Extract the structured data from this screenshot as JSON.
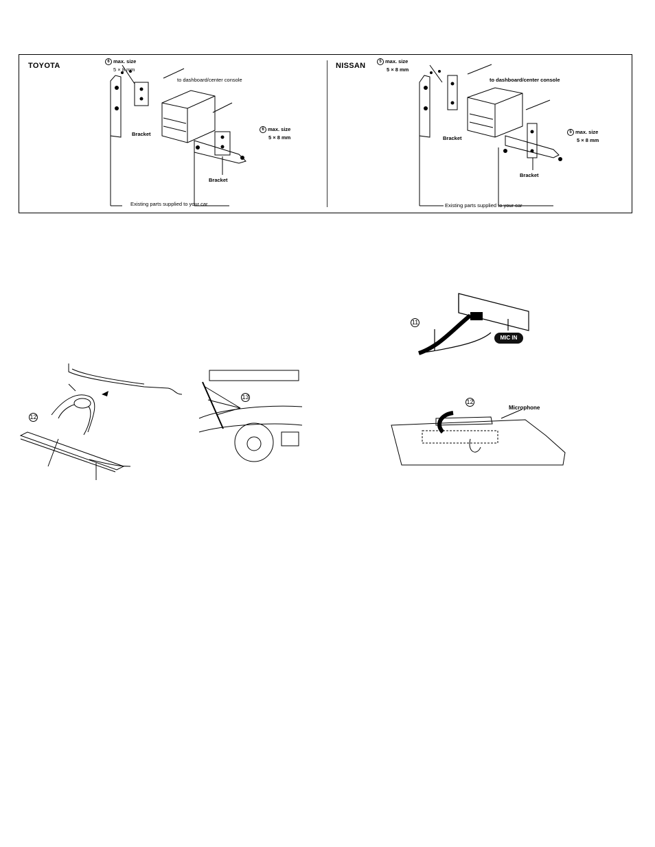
{
  "toyota": {
    "brand": "TOYOTA",
    "screw_top_num": "6",
    "screw_top_label": "max. size",
    "screw_top_size": "5 × 8 mm",
    "destination": "to dashboard/center console",
    "bracket_left": "Bracket",
    "screw_right_num": "6",
    "screw_right_label": "max. size",
    "screw_right_size": "5 × 8 mm",
    "bracket_bottom": "Bracket",
    "existing_parts": "Existing parts supplied to your car"
  },
  "nissan": {
    "brand": "NISSAN",
    "screw_top_num": "5",
    "screw_top_label": "max. size",
    "screw_top_size": "5 × 8 mm",
    "destination": "to dashboard/center console",
    "bracket_left": "Bracket",
    "screw_right_num": "5",
    "screw_right_label": "max. size",
    "screw_right_size": "5 × 8 mm",
    "bracket_bottom": "Bracket",
    "existing_parts": "Existing parts supplied to your car"
  },
  "mic_connection": {
    "callout": "11",
    "jack_label": "MIC IN"
  },
  "visor_mount": {
    "callout": "12",
    "microphone_label": "Microphone"
  },
  "clip_figure": {
    "callout": "12"
  },
  "pillar_figure": {
    "callout": "13"
  }
}
